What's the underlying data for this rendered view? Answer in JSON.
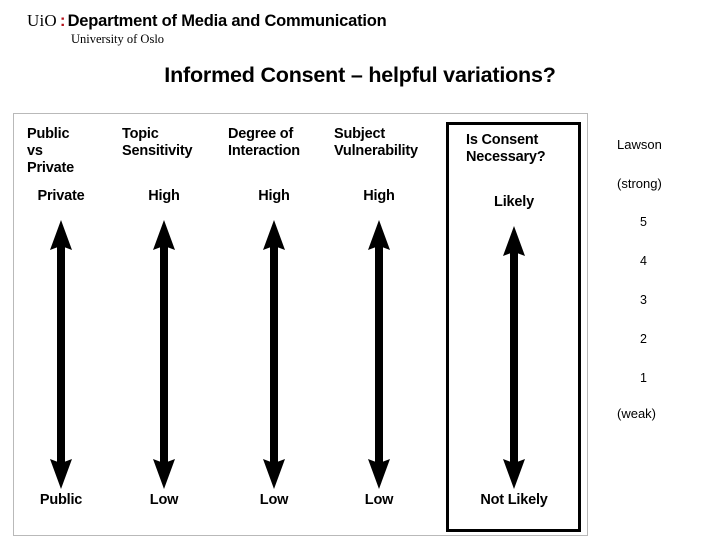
{
  "brand": {
    "institution_mark": "UiO",
    "separator": ":",
    "department": "Department of Media and Communication",
    "university": "University of Oslo",
    "accent_color": "#b5121b"
  },
  "slide": {
    "title": "Informed Consent – helpful variations?"
  },
  "figure": {
    "columns": [
      {
        "header": "Public vs\nPrivate",
        "top_label": "Private",
        "bottom_label": "Public",
        "boxed": false
      },
      {
        "header": "Topic\nSensitivity",
        "top_label": "High",
        "bottom_label": "Low",
        "boxed": false
      },
      {
        "header": "Degree of\nInteraction",
        "top_label": "High",
        "bottom_label": "Low",
        "boxed": false
      },
      {
        "header": "Subject\nVulnerability",
        "top_label": "High",
        "bottom_label": "Low",
        "boxed": false
      },
      {
        "header": "Is Consent\nNecessary?",
        "top_label": "Likely",
        "bottom_label": "Not Likely",
        "boxed": true
      }
    ],
    "arrow_color": "#000000",
    "frame_color": "#b9b9b9",
    "box_color": "#000000"
  },
  "scale": {
    "name": "Lawson",
    "strong_label": "(strong)",
    "weak_label": "(weak)",
    "values": [
      "5",
      "4",
      "3",
      "2",
      "1"
    ]
  }
}
